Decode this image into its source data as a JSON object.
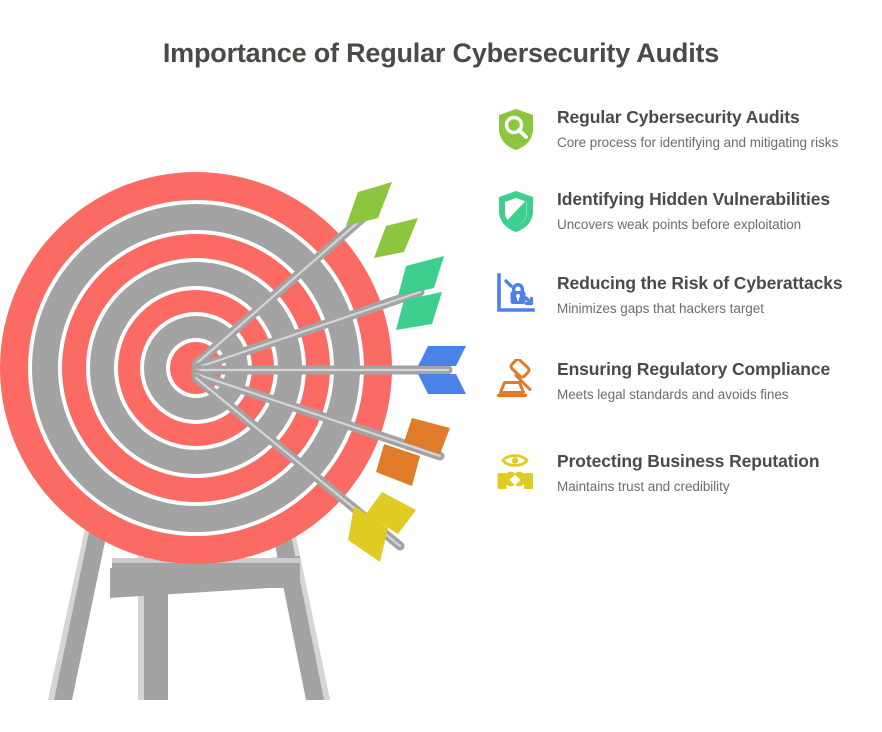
{
  "title": "Importance of Regular Cybersecurity Audits",
  "colors": {
    "title_text": "#4a4a46",
    "body_text": "#6d6d68",
    "target_red": "#fb6b63",
    "target_gray": "#a3a3a3",
    "stand_gray": "#a3a3a3",
    "arrow_shaft": "#a3a3a3",
    "background": "#ffffff"
  },
  "illustration": {
    "name": "archery-target-with-five-arrows",
    "target": {
      "rings": [
        "red",
        "gray",
        "red",
        "gray",
        "red",
        "gray",
        "red"
      ],
      "bullseye": "red"
    },
    "arrows": [
      {
        "fletching_color": "#8cc63e",
        "label": "green-arrow"
      },
      {
        "fletching_color": "#3ecf8e",
        "label": "teal-arrow"
      },
      {
        "fletching_color": "#4b82e8",
        "label": "blue-arrow"
      },
      {
        "fletching_color": "#e07b29",
        "label": "orange-arrow"
      },
      {
        "fletching_color": "#dfcb22",
        "label": "yellow-arrow"
      }
    ]
  },
  "items": [
    {
      "icon": "shield-magnifier-icon",
      "color": "#8cc63e",
      "title": "Regular Cybersecurity Audits",
      "description": "Core process for identifying and mitigating risks"
    },
    {
      "icon": "shield-slash-icon",
      "color": "#3ecf8e",
      "title": "Identifying Hidden Vulnerabilities",
      "description": "Uncovers weak points before exploitation"
    },
    {
      "icon": "chart-lock-down-arrow-icon",
      "color": "#4b82e8",
      "title": "Reducing the Risk of Cyberattacks",
      "description": "Minimizes gaps that hackers target"
    },
    {
      "icon": "gavel-icon",
      "color": "#e07b29",
      "title": "Ensuring Regulatory Compliance",
      "description": "Meets legal standards and avoids fines"
    },
    {
      "icon": "eye-handshake-icon",
      "color": "#dfcb22",
      "title": "Protecting Business Reputation",
      "description": "Maintains trust and credibility"
    }
  ]
}
